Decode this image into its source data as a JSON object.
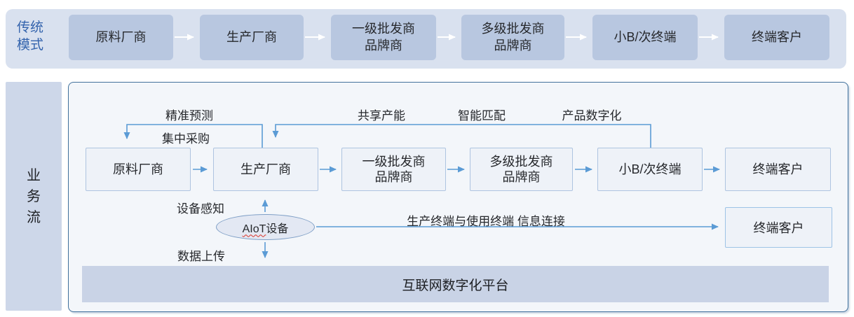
{
  "traditional": {
    "label": "传统模式",
    "boxes": [
      "原料厂商",
      "生产厂商",
      "一级批发商\n品牌商",
      "多级批发商\n品牌商",
      "小B/次终端",
      "终端客户"
    ]
  },
  "business": {
    "label": "业务流",
    "boxes": [
      "原料厂商",
      "生产厂商",
      "一级批发商\n品牌商",
      "多级批发商\n品牌商",
      "小B/次终端",
      "终端客户"
    ],
    "extra_terminal_box": "终端客户",
    "annotations": {
      "precise_forecast": "精准预测",
      "central_purchasing": "集中采购",
      "shared_capacity": "共享产能",
      "smart_matching": "智能匹配",
      "product_digitization": "产品数字化",
      "device_sensing": "设备感知",
      "data_upload": "数据上传",
      "terminal_connection": "生产终端与使用终端 信息连接"
    },
    "aiot": {
      "latin": "AIoT",
      "cjk": "设备"
    },
    "platform": "互联网数字化平台"
  },
  "colors": {
    "top_bar_bg": "#d9e1ef",
    "top_box_bg": "#b8c7e0",
    "traditional_label_text": "#3464ad",
    "container_border": "#41719c",
    "container_bg": "#f3f6fa",
    "flow_box_bg": "#eef2f8",
    "flow_box_border": "#aec4e0",
    "extra_box_border": "#9dc3e6",
    "platform_bg": "#c9d3e6",
    "left_bar_bg": "#cdd7e9",
    "arrow_blue": "#5b9bd5",
    "arrow_white": "#ffffff",
    "squiggle_red": "#d93025"
  }
}
